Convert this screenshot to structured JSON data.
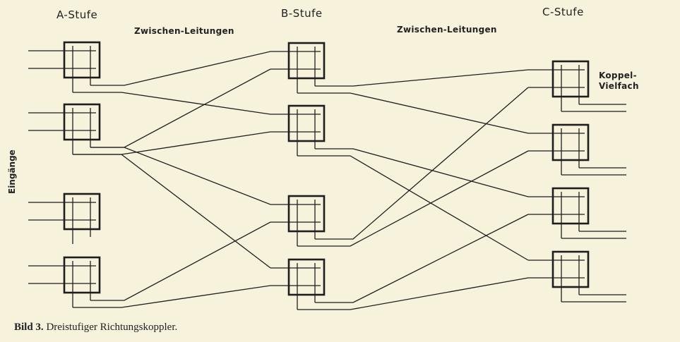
{
  "labels": {
    "stage_a": "A-Stufe",
    "stage_b": "B-Stufe",
    "stage_c": "C-Stufe",
    "intermediate_1": "Zwischen-Leitungen",
    "intermediate_2": "Zwischen-Leitungen",
    "switch_matrix_line1": "Koppel-",
    "switch_matrix_line2": "Vielfach",
    "inputs": "Eingänge"
  },
  "caption": {
    "number": "Bild 3.",
    "text": " Dreistufiger Richtungskoppler."
  },
  "colors": {
    "line": "#1e1e1e",
    "background": "#f6f2dc"
  }
}
